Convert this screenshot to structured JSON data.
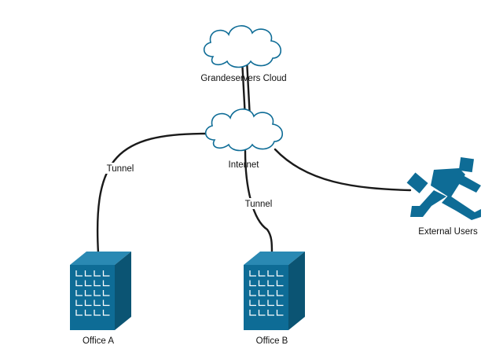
{
  "nodes": {
    "grandeservers_cloud": {
      "label": "Grandeservers Cloud",
      "icon": "cloud-icon"
    },
    "internet": {
      "label": "Internet",
      "icon": "cloud-icon"
    },
    "external_users": {
      "label": "External Users",
      "icon": "running-person-icon"
    },
    "office_a": {
      "label": "Office A",
      "icon": "office-building-icon"
    },
    "office_b": {
      "label": "Office B",
      "icon": "office-building-icon"
    }
  },
  "edges": {
    "cloud_to_internet": {
      "from": "Grandeservers Cloud",
      "to": "Internet",
      "label": ""
    },
    "internet_to_office_a": {
      "from": "Internet",
      "to": "Office A",
      "label": "Tunnel"
    },
    "internet_to_office_b": {
      "from": "Internet",
      "to": "Office B",
      "label": "Tunnel"
    },
    "internet_to_external_users": {
      "from": "Internet",
      "to": "External Users",
      "label": ""
    }
  },
  "colors": {
    "accent": "#0e6c96",
    "accent_dark": "#0b5473",
    "line": "#1a1a1a",
    "text": "#111111"
  }
}
